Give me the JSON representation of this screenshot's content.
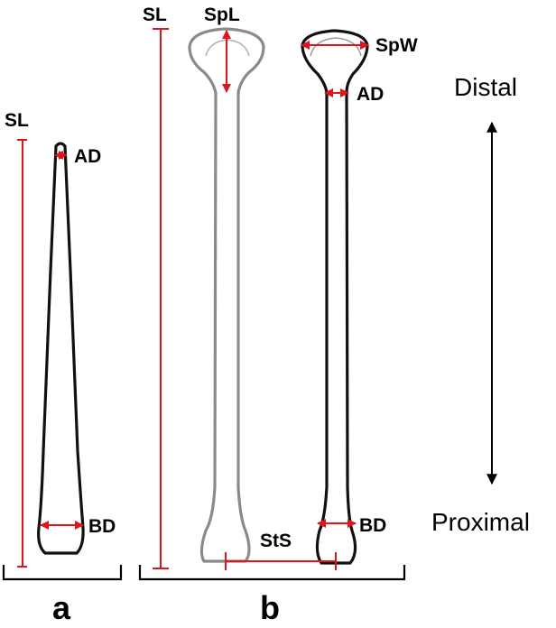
{
  "labels": {
    "sl_a": "SL",
    "ad_a": "AD",
    "bd_a": "BD",
    "sl_b": "SL",
    "spl": "SpL",
    "spw": "SpW",
    "ad_b": "AD",
    "sts": "StS",
    "bd_b": "BD",
    "panel_a": "a",
    "panel_b": "b"
  },
  "axis": {
    "top_label": "Distal",
    "bottom_label": "Proximal"
  },
  "colors": {
    "measure": "#e0141c",
    "outline_black": "#111111",
    "outline_grey": "#8a8a8a"
  }
}
